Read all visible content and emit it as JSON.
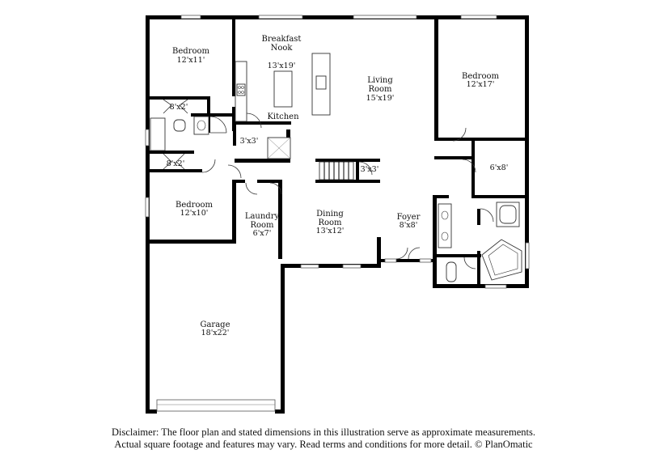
{
  "rooms": {
    "bedroom_nw": {
      "name": "Bedroom",
      "dim": "12'x11'"
    },
    "breakfast_nook": {
      "name_line1": "Breakfast",
      "name_line2": "Nook"
    },
    "kitchen": {
      "dim": "13'x19'",
      "name": "Kitchen"
    },
    "living_room": {
      "name_line1": "Living",
      "name_line2": "Room",
      "dim": "15'x19'"
    },
    "bedroom_ne": {
      "name": "Bedroom",
      "dim": "12'x17'"
    },
    "closet_8x2_top": {
      "dim": "8'x2'"
    },
    "pantry": {
      "dim": "3'x3'"
    },
    "closet_8x2_bottom": {
      "dim": "8'x2'"
    },
    "stair_closet": {
      "dim": "3'x3'"
    },
    "walk_in_closet": {
      "dim": "6'x8'"
    },
    "bedroom_w": {
      "name": "Bedroom",
      "dim": "12'x10'"
    },
    "laundry": {
      "name_line1": "Laundry",
      "name_line2": "Room",
      "dim": "6'x7'"
    },
    "dining": {
      "name_line1": "Dining",
      "name_line2": "Room",
      "dim": "13'x12'"
    },
    "foyer": {
      "name": "Foyer",
      "dim": "8'x8'"
    },
    "garage": {
      "name": "Garage",
      "dim": "18'x22'"
    }
  },
  "disclaimer": {
    "line1": "Disclaimer: The floor plan and stated dimensions in this illustration serve as approximate measurements.",
    "line2": "Actual square footage and features may vary. Read terms and conditions for more detail. © PlanOmatic"
  }
}
